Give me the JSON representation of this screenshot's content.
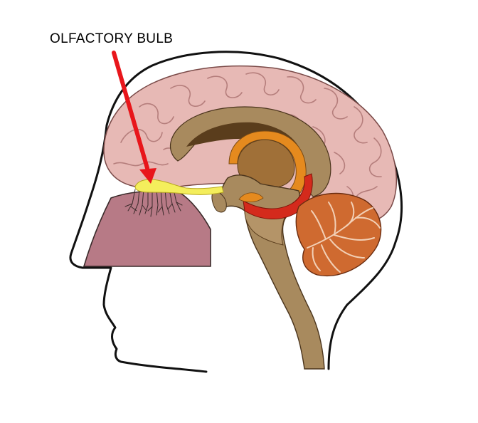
{
  "annotation": {
    "label": "OLFACTORY BULB",
    "arrow_color": "#e8161b"
  },
  "colors": {
    "outline": "#111111",
    "cerebrum": "#e7b9b5",
    "gyri_line": "#b57e7c",
    "brainstem": "#a88a5e",
    "ventricle_dark": "#5a3d1c",
    "thalamus": "#a07038",
    "fornix_orange": "#e58a1e",
    "red_band": "#d42a1c",
    "cerebellum": "#cf6a30",
    "cerebellum_lines": "#f2d0b6",
    "nasal_cavity": "#b77a86",
    "olfactory_bulb": "#f4ee5c",
    "nerve_fibers": "#3a2a2a"
  },
  "icons": [
    "head-profile",
    "brain-sagittal-section",
    "olfactory-bulb",
    "nasal-cavity",
    "cerebellum",
    "brainstem",
    "pointer-arrow"
  ]
}
